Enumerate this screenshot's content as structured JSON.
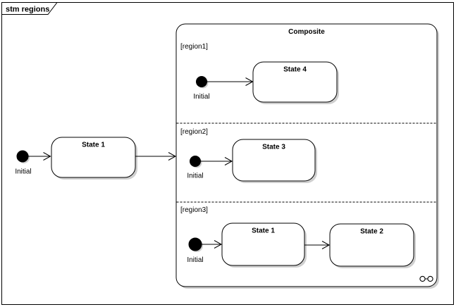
{
  "frame": {
    "title": "stm regions"
  },
  "colors": {
    "background": "#ffffff",
    "line": "#000000",
    "shadow": "#c3c3c3"
  },
  "outer": {
    "initial_label": "Initial",
    "state": {
      "title": "State 1"
    }
  },
  "composite": {
    "title": "Composite",
    "decomposition_icon": "infinity-icon",
    "regions": [
      {
        "label": "[region1]",
        "initial_label": "Initial",
        "states": [
          {
            "title": "State 4"
          }
        ]
      },
      {
        "label": "[region2]",
        "initial_label": "Initial",
        "states": [
          {
            "title": "State 3"
          }
        ]
      },
      {
        "label": "[region3]",
        "initial_label": "Initial",
        "states": [
          {
            "title": "State 1"
          },
          {
            "title": "State 2"
          }
        ]
      }
    ]
  }
}
